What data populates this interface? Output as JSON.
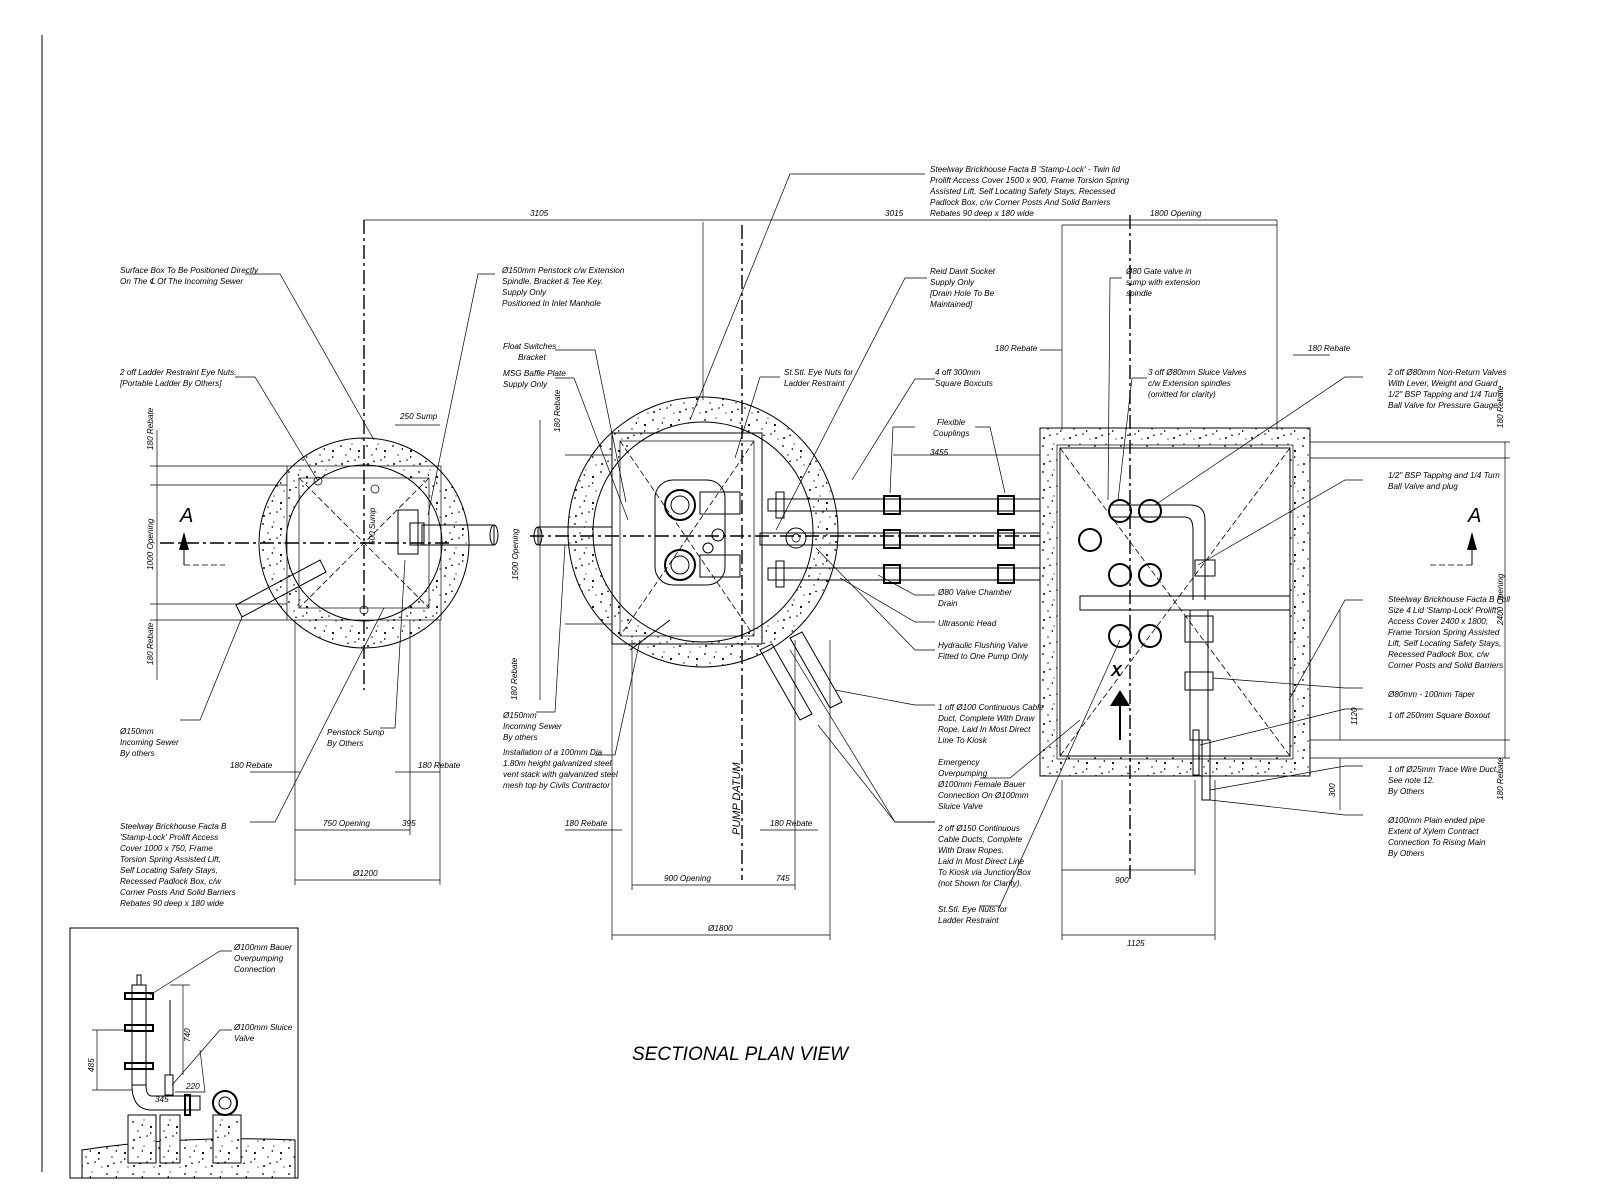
{
  "title": "SECTIONAL PLAN VIEW",
  "section_marks": [
    "A",
    "A"
  ],
  "pump_datum": "PUMP DATUM",
  "x_mark": "X",
  "dimensions": {
    "d3105": "3105",
    "d3015": "3015",
    "d1800_open_top": "1800 Opening",
    "d3455": "3455",
    "d250_sump": "250 Sump",
    "d500_sump": "500 Sump",
    "d180_reb_l1": "180 Rebate",
    "d1000_open": "1000 Opening",
    "d180_reb_l2": "180 Rebate",
    "d180_reb_bl": "180 Rebate",
    "d180_reb_b2": "180 Rebate",
    "d750_open": "750 Opening",
    "d395": "395",
    "d1200": "Ø1200",
    "d180_reb_c1": "180 Rebate",
    "d1500_open": "1500 Opening",
    "d180_reb_c2": "180 Rebate",
    "d180_reb_cb1": "180 Rebate",
    "d180_reb_cb2": "180 Rebate",
    "d900_open": "900 Opening",
    "d745": "745",
    "d1800": "Ø1800",
    "d180_reb_r1": "180 Rebate",
    "d180_reb_r2": "180 Rebate",
    "d180_reb_r3": "180 Rebate",
    "d2400_open": "2400 Opening",
    "d180_reb_r4": "180 Rebate",
    "d1120": "1120",
    "d300": "300",
    "d900": "900",
    "d1125": "1125",
    "d485": "485",
    "d740": "740",
    "d220": "220",
    "d345": "345"
  },
  "notes": {
    "surface_box": [
      "Surface Box To Be Positioned Directly",
      "On The ℄ Of The Incoming Sewer"
    ],
    "ladder_nuts": [
      "2 off Ladder Restraint Eye Nuts.",
      "[Portable Ladder By Others]"
    ],
    "penstock": [
      "Ø150mm Penstock c/w Extension",
      "Spindle, Bracket & Tee Key.",
      "Supply Only",
      "Positioned In Inlet Manhole"
    ],
    "float": [
      "Float Switches",
      "Bracket"
    ],
    "msg": [
      "MSG Baffle Plate",
      "Supply Only"
    ],
    "ststl_eye": [
      "St.Stl. Eye Nuts for",
      "Ladder Restraint"
    ],
    "steelway_top": [
      "Steelway Brickhouse Facta B 'Stamp-Lock' - Twin lid",
      "Prolift Access Cover 1500 x 900, Frame  Torsion Spring",
      "Assisted Lift, Self Locating Safety Stays, Recessed",
      "Padlock Box, c/w Corner Posts And Solid Barriers",
      "Rebates 90 deep x 180 wide"
    ],
    "reid": [
      "Reid Davit Socket",
      "Supply Only",
      "[Drain Hole To Be",
      "Maintained]"
    ],
    "gate": [
      "Ø80 Gate valve in",
      "sump with extension",
      "spindle"
    ],
    "boxcuts": [
      "4 off 300mm",
      "Square Boxcuts"
    ],
    "flex": [
      "Flexible",
      "Couplings"
    ],
    "sluice3": [
      "3 off Ø80mm Sluice Valves",
      "c/w Extension spindles",
      "(omitted for clarity)"
    ],
    "nrv": [
      "2 off Ø80mm Non-Return Valves",
      "With Lever, Weight and Guard",
      "1/2\" BSP Tapping and 1/4 Turn",
      "Ball Valve for Pressure Gauge"
    ],
    "bsp": [
      "1/2\" BSP Tapping and 1/4 Turn",
      "Ball Valve and plug"
    ],
    "valve_drain": [
      "Ø80 Valve Chamber",
      "Drain"
    ],
    "ultra": [
      "Ultrasonic Head"
    ],
    "hydraulic": [
      "Hydraulic Flushing Valve",
      "Fitted to One Pump Only"
    ],
    "steelway_right": [
      "Steelway Brickhouse Facta B Full",
      "Size 4 Lid 'Stamp-Lock' Prolift",
      "Access Cover 2400 x 1800,",
      "Frame  Torsion Spring Assisted",
      "Lift, Self Locating Safety Stays,",
      "Recessed Padlock Box, c/w",
      "Corner Posts and Solid Barriers"
    ],
    "taper": [
      "Ø80mm - 100mm Taper"
    ],
    "boxout": [
      "1 off 250mm Square Boxout"
    ],
    "duct100": [
      "1 off Ø100 Continuous Cable",
      "Duct, Complete With Draw",
      "Rope. Laid In Most Direct",
      "Line To Kiosk"
    ],
    "emergency": [
      "Emergency",
      "Overpumping",
      "Ø100mm Female Bauer",
      "Connection On Ø100mm",
      "Sluice Valve"
    ],
    "trace": [
      "1 off Ø25mm Trace Wire Duct.",
      "See note 12.",
      "By Others"
    ],
    "plain": [
      "Ø100mm Plain ended pipe",
      "Extent of Xylem Contract",
      "Connection To Rising Main",
      "By Others"
    ],
    "duct150": [
      "2 off Ø150 Continuous",
      "Cable Ducts, Complete",
      "With Draw Ropes.",
      "Laid In Most Direct Line",
      "To Kiosk via Junction Box",
      "(not Shown for Clarity)."
    ],
    "ststl_eye2": [
      "St.Stl. Eye Nuts for",
      "Ladder Restraint"
    ],
    "sewer_left": [
      "Ø150mm",
      "Incoming Sewer",
      "By others"
    ],
    "penstock_sump": [
      "Penstock Sump",
      "By Others"
    ],
    "steelway_left": [
      "Steelway Brickhouse Facta B",
      "'Stamp-Lock' Prolift Access",
      "Cover 1000 x 750, Frame",
      "Torsion Spring Assisted Lift,",
      "Self Locating Safety Stays,",
      "Recessed Padlock Box, c/w",
      "Corner Posts And Solid Barriers",
      "Rebates 90 deep x 180 wide"
    ],
    "sewer_mid": [
      "Ø150mm",
      "Incoming Sewer",
      "By others"
    ],
    "vent": [
      "Installation of a 100mm Dia",
      "1.80m height galvanized  steel",
      "vent stack with galvanized steel",
      "mesh top by Civils Contractor"
    ],
    "bauer": [
      "Ø100mm Bauer",
      "Overpumping",
      "Connection"
    ],
    "sluice_inset": [
      "Ø100mm Sluice",
      "Valve"
    ]
  }
}
